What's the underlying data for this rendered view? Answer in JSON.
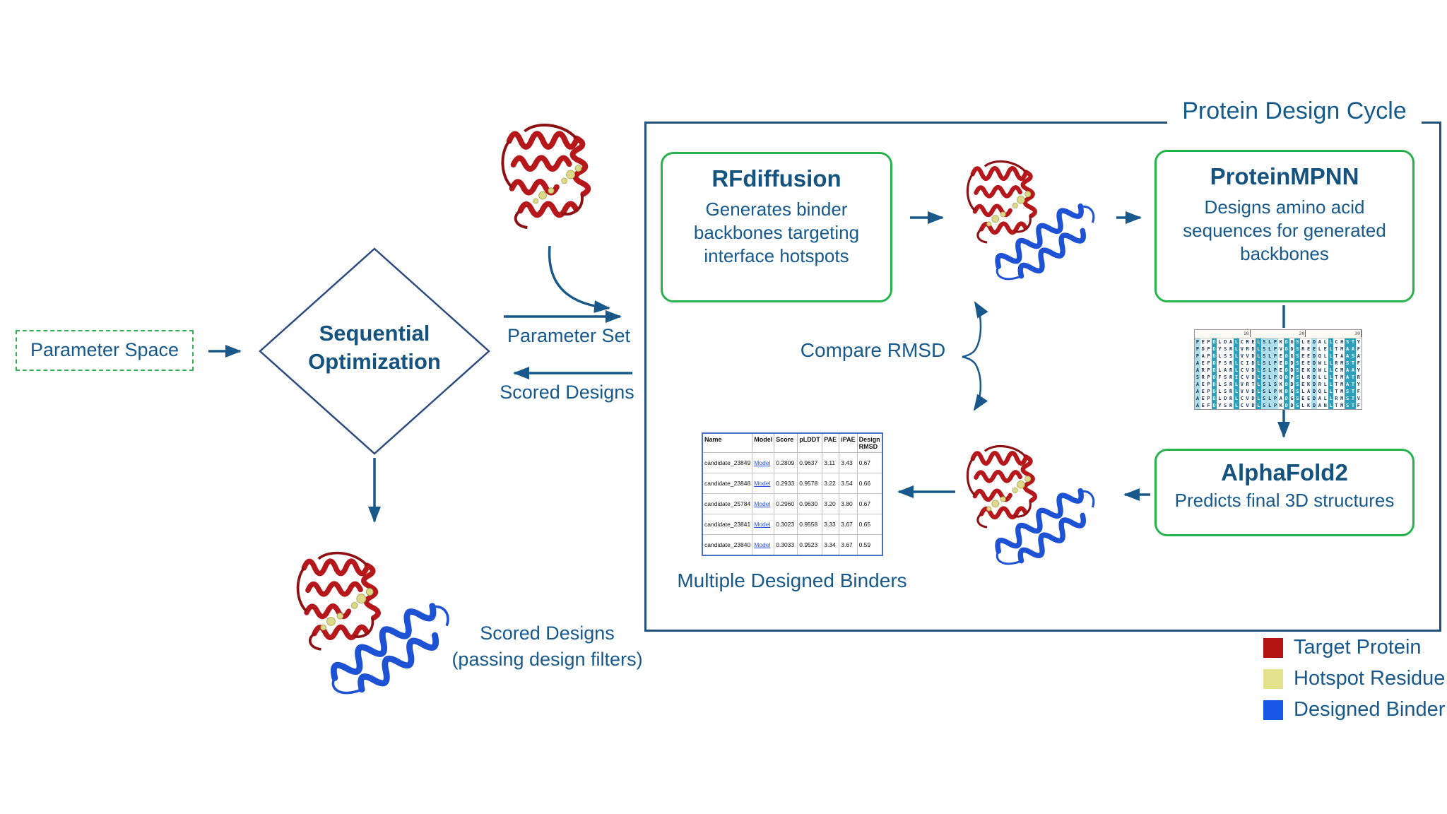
{
  "title": "Protein Design Cycle",
  "colors": {
    "text_blue": "#17598c",
    "line_blue": "#19588a",
    "box_green": "#27b34c",
    "target_red": "#b5171a",
    "hotspot_yellow": "#dcd98b",
    "binder_blue": "#1d52d4"
  },
  "parameter_space": {
    "label": "Parameter Space"
  },
  "optimizer": {
    "label": "Sequential\nOptimization"
  },
  "edges": {
    "parameter_set": "Parameter Set",
    "scored_designs": "Scored Designs",
    "compare_rmsd": "Compare RMSD",
    "multiple_binders": "Multiple Designed Binders",
    "scored_out": "Scored Designs\n(passing design filters)"
  },
  "cycle": {
    "rfdiffusion": {
      "title": "RFdiffusion",
      "description": "Generates binder backbones targeting interface hotspots"
    },
    "proteinmpnn": {
      "title": "ProteinMPNN",
      "description": "Designs amino acid sequences for generated backbones"
    },
    "alphafold2": {
      "title": "AlphaFold2",
      "description": "Predicts final 3D structures"
    }
  },
  "alignment": {
    "ruler_labels": [
      "10",
      "20",
      "30"
    ],
    "light_columns": [
      1,
      13,
      14,
      15,
      22
    ],
    "dark_columns": [
      4,
      8,
      12,
      17,
      19,
      25,
      28,
      29
    ],
    "sequences": [
      "PEPDLDALCRELSLPKDGSLEDALLCHSTY",
      "PDFDYSRLVRDLSLPVDDSREELELTMAAF",
      "PAPDLSSLVVDLSLPEDGSEEDQLLTAASA",
      "AEFDFSRLCIDLSLPEDDSEEDWLLRMSTF",
      "ARPDLARLCVDLSLPEDDSEKDWLLCMAAY",
      "SRPDFSRICVDLSLPQDPSLRDLLLTMATR",
      "AEPDLSRLVRTLSLSKDDSEKDRLLTMATY",
      "AEPDLSRLVVDLSLPKDGSLADQLLTMSTF",
      "AEPDLDRLCVDLSLPADGSEEDALLRMSTV",
      "AEFDYSRLCVDLSLPKDDSLKDANLTMSTF"
    ]
  },
  "results_table": {
    "headers": [
      "Name",
      "Model",
      "Score",
      "pLDDT",
      "PAE",
      "iPAE",
      "Design RMSD"
    ],
    "rows": [
      [
        "candidate_23849",
        "Model",
        "0.2809",
        "0.9637",
        "3.11",
        "3.43",
        "0.67"
      ],
      [
        "candidate_23848",
        "Model",
        "0.2933",
        "0.9578",
        "3.22",
        "3.54",
        "0.66"
      ],
      [
        "candidate_25784",
        "Model",
        "0.2960",
        "0.9630",
        "3.20",
        "3.80",
        "0.67"
      ],
      [
        "candidate_23841",
        "Model",
        "0.3023",
        "0.9558",
        "3.33",
        "3.67",
        "0.65"
      ],
      [
        "candidate_23840",
        "Model",
        "0.3033",
        "0.9523",
        "3.34",
        "3.67",
        "0.59"
      ]
    ]
  },
  "legend": {
    "items": [
      {
        "label": "Target Protein",
        "color": "#b31312"
      },
      {
        "label": "Hotspot Residue",
        "color": "#e5e28e"
      },
      {
        "label": "Designed Binder",
        "color": "#1657e5"
      }
    ]
  }
}
